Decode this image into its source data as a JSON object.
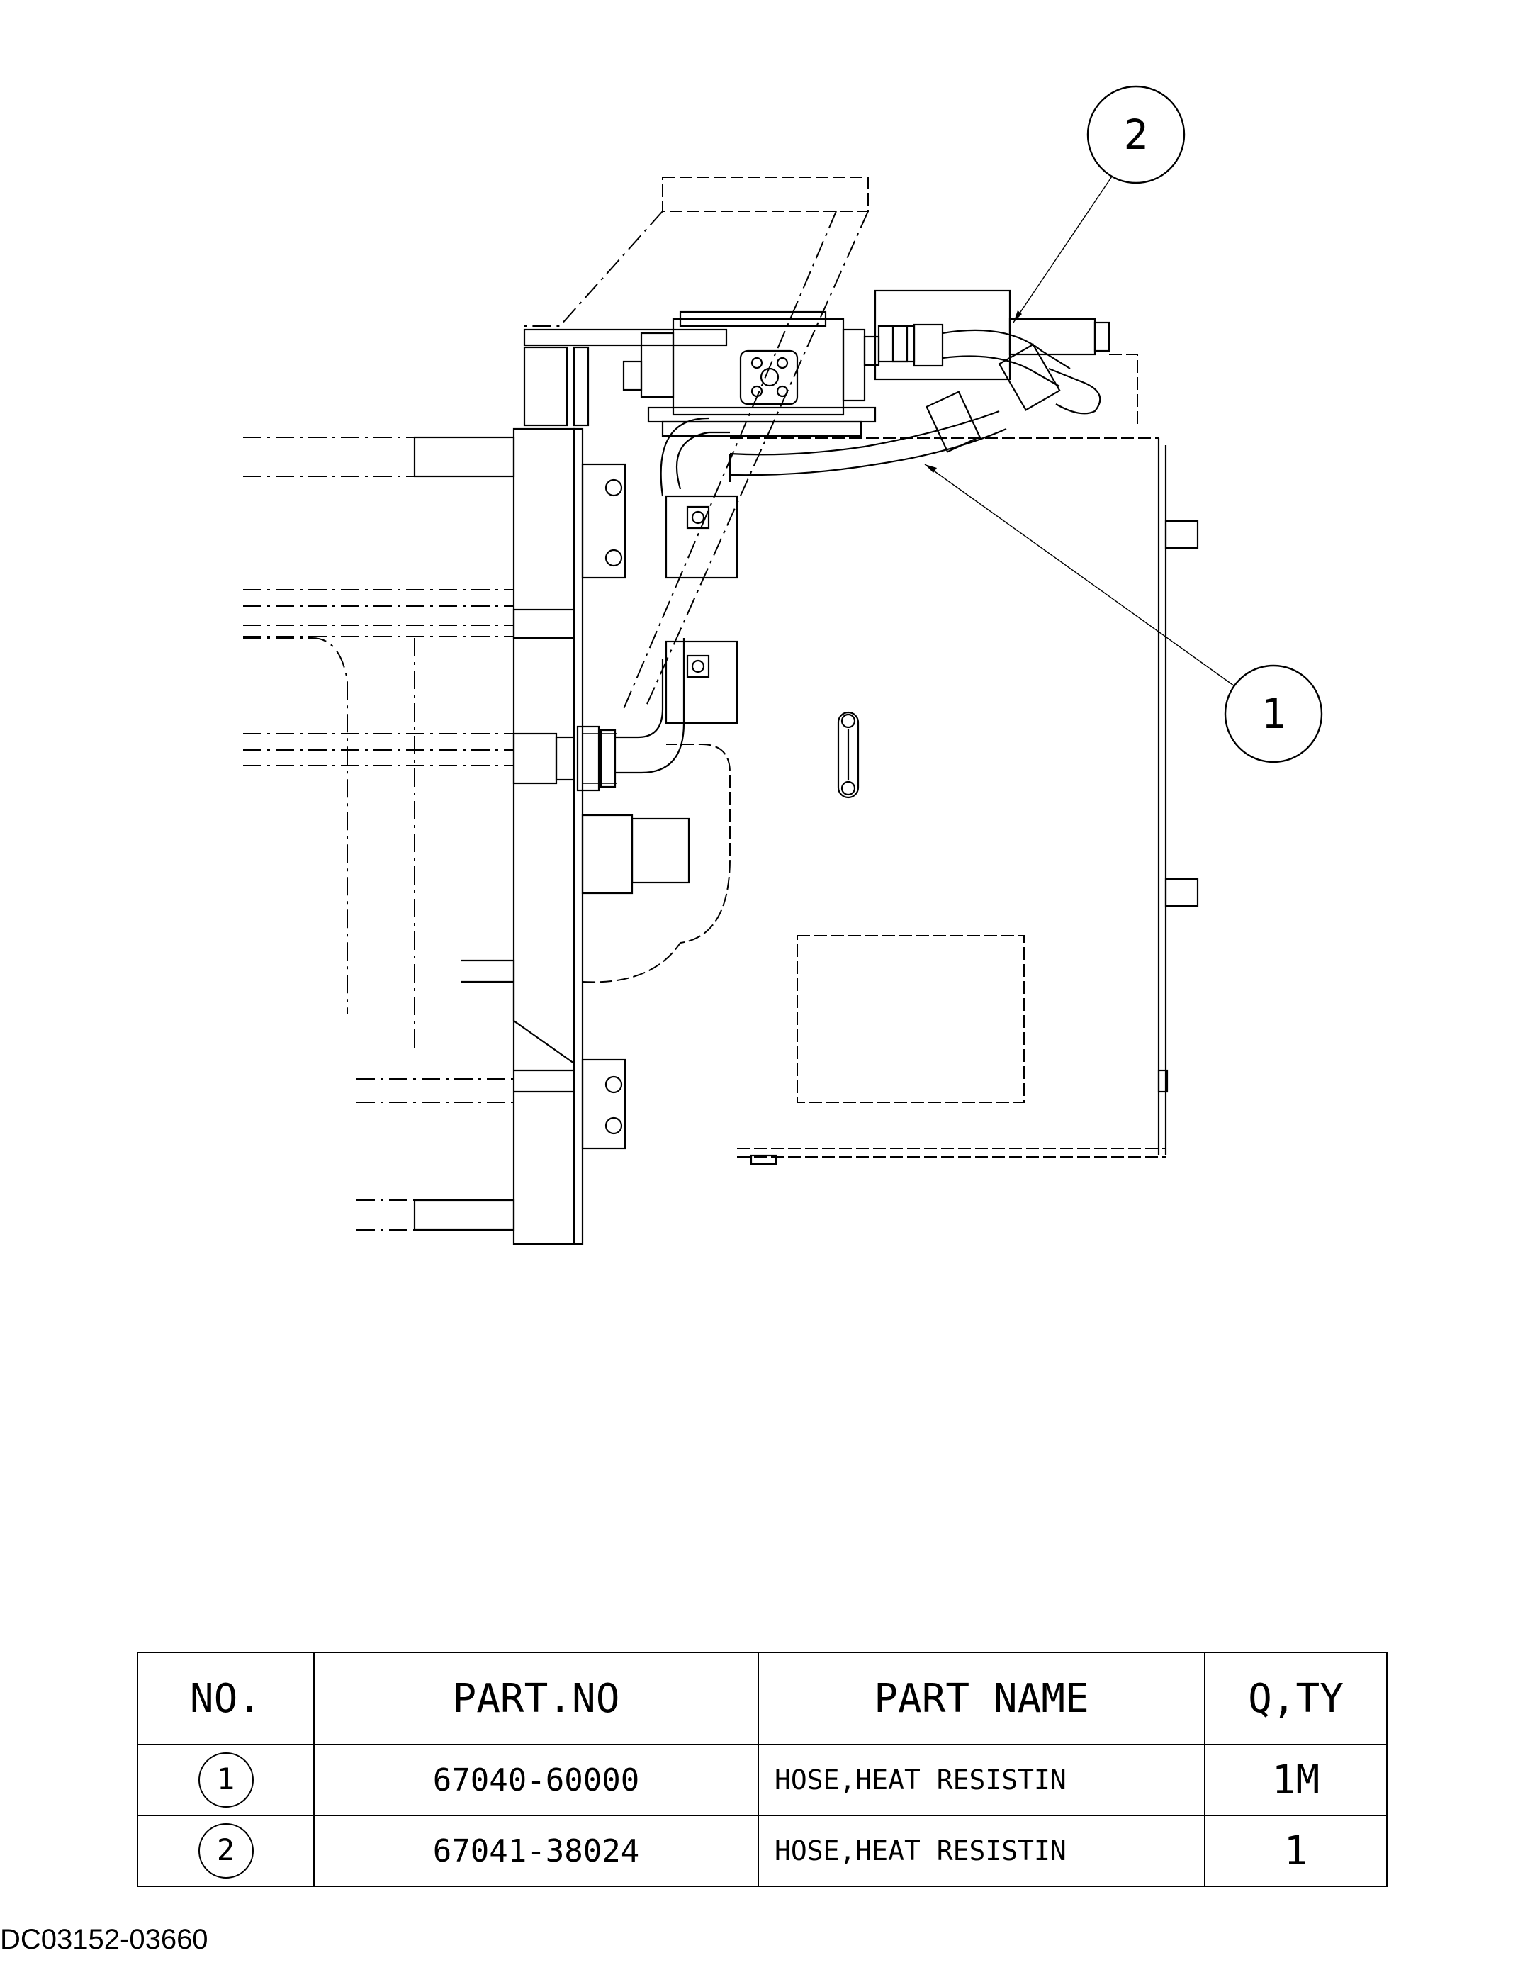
{
  "callouts": [
    {
      "label": "1"
    },
    {
      "label": "2"
    }
  ],
  "table": {
    "headers": {
      "no": "NO.",
      "part_no": "PART.NO",
      "part_name": "PART NAME",
      "qty": "Q,TY"
    },
    "rows": [
      {
        "no": "1",
        "part_no": "67040-60000",
        "part_name": "HOSE,HEAT RESISTIN",
        "qty": "1M"
      },
      {
        "no": "2",
        "part_no": "67041-38024",
        "part_name": "HOSE,HEAT RESISTIN",
        "qty": "1"
      }
    ]
  },
  "document_code": "DC03152-03660"
}
